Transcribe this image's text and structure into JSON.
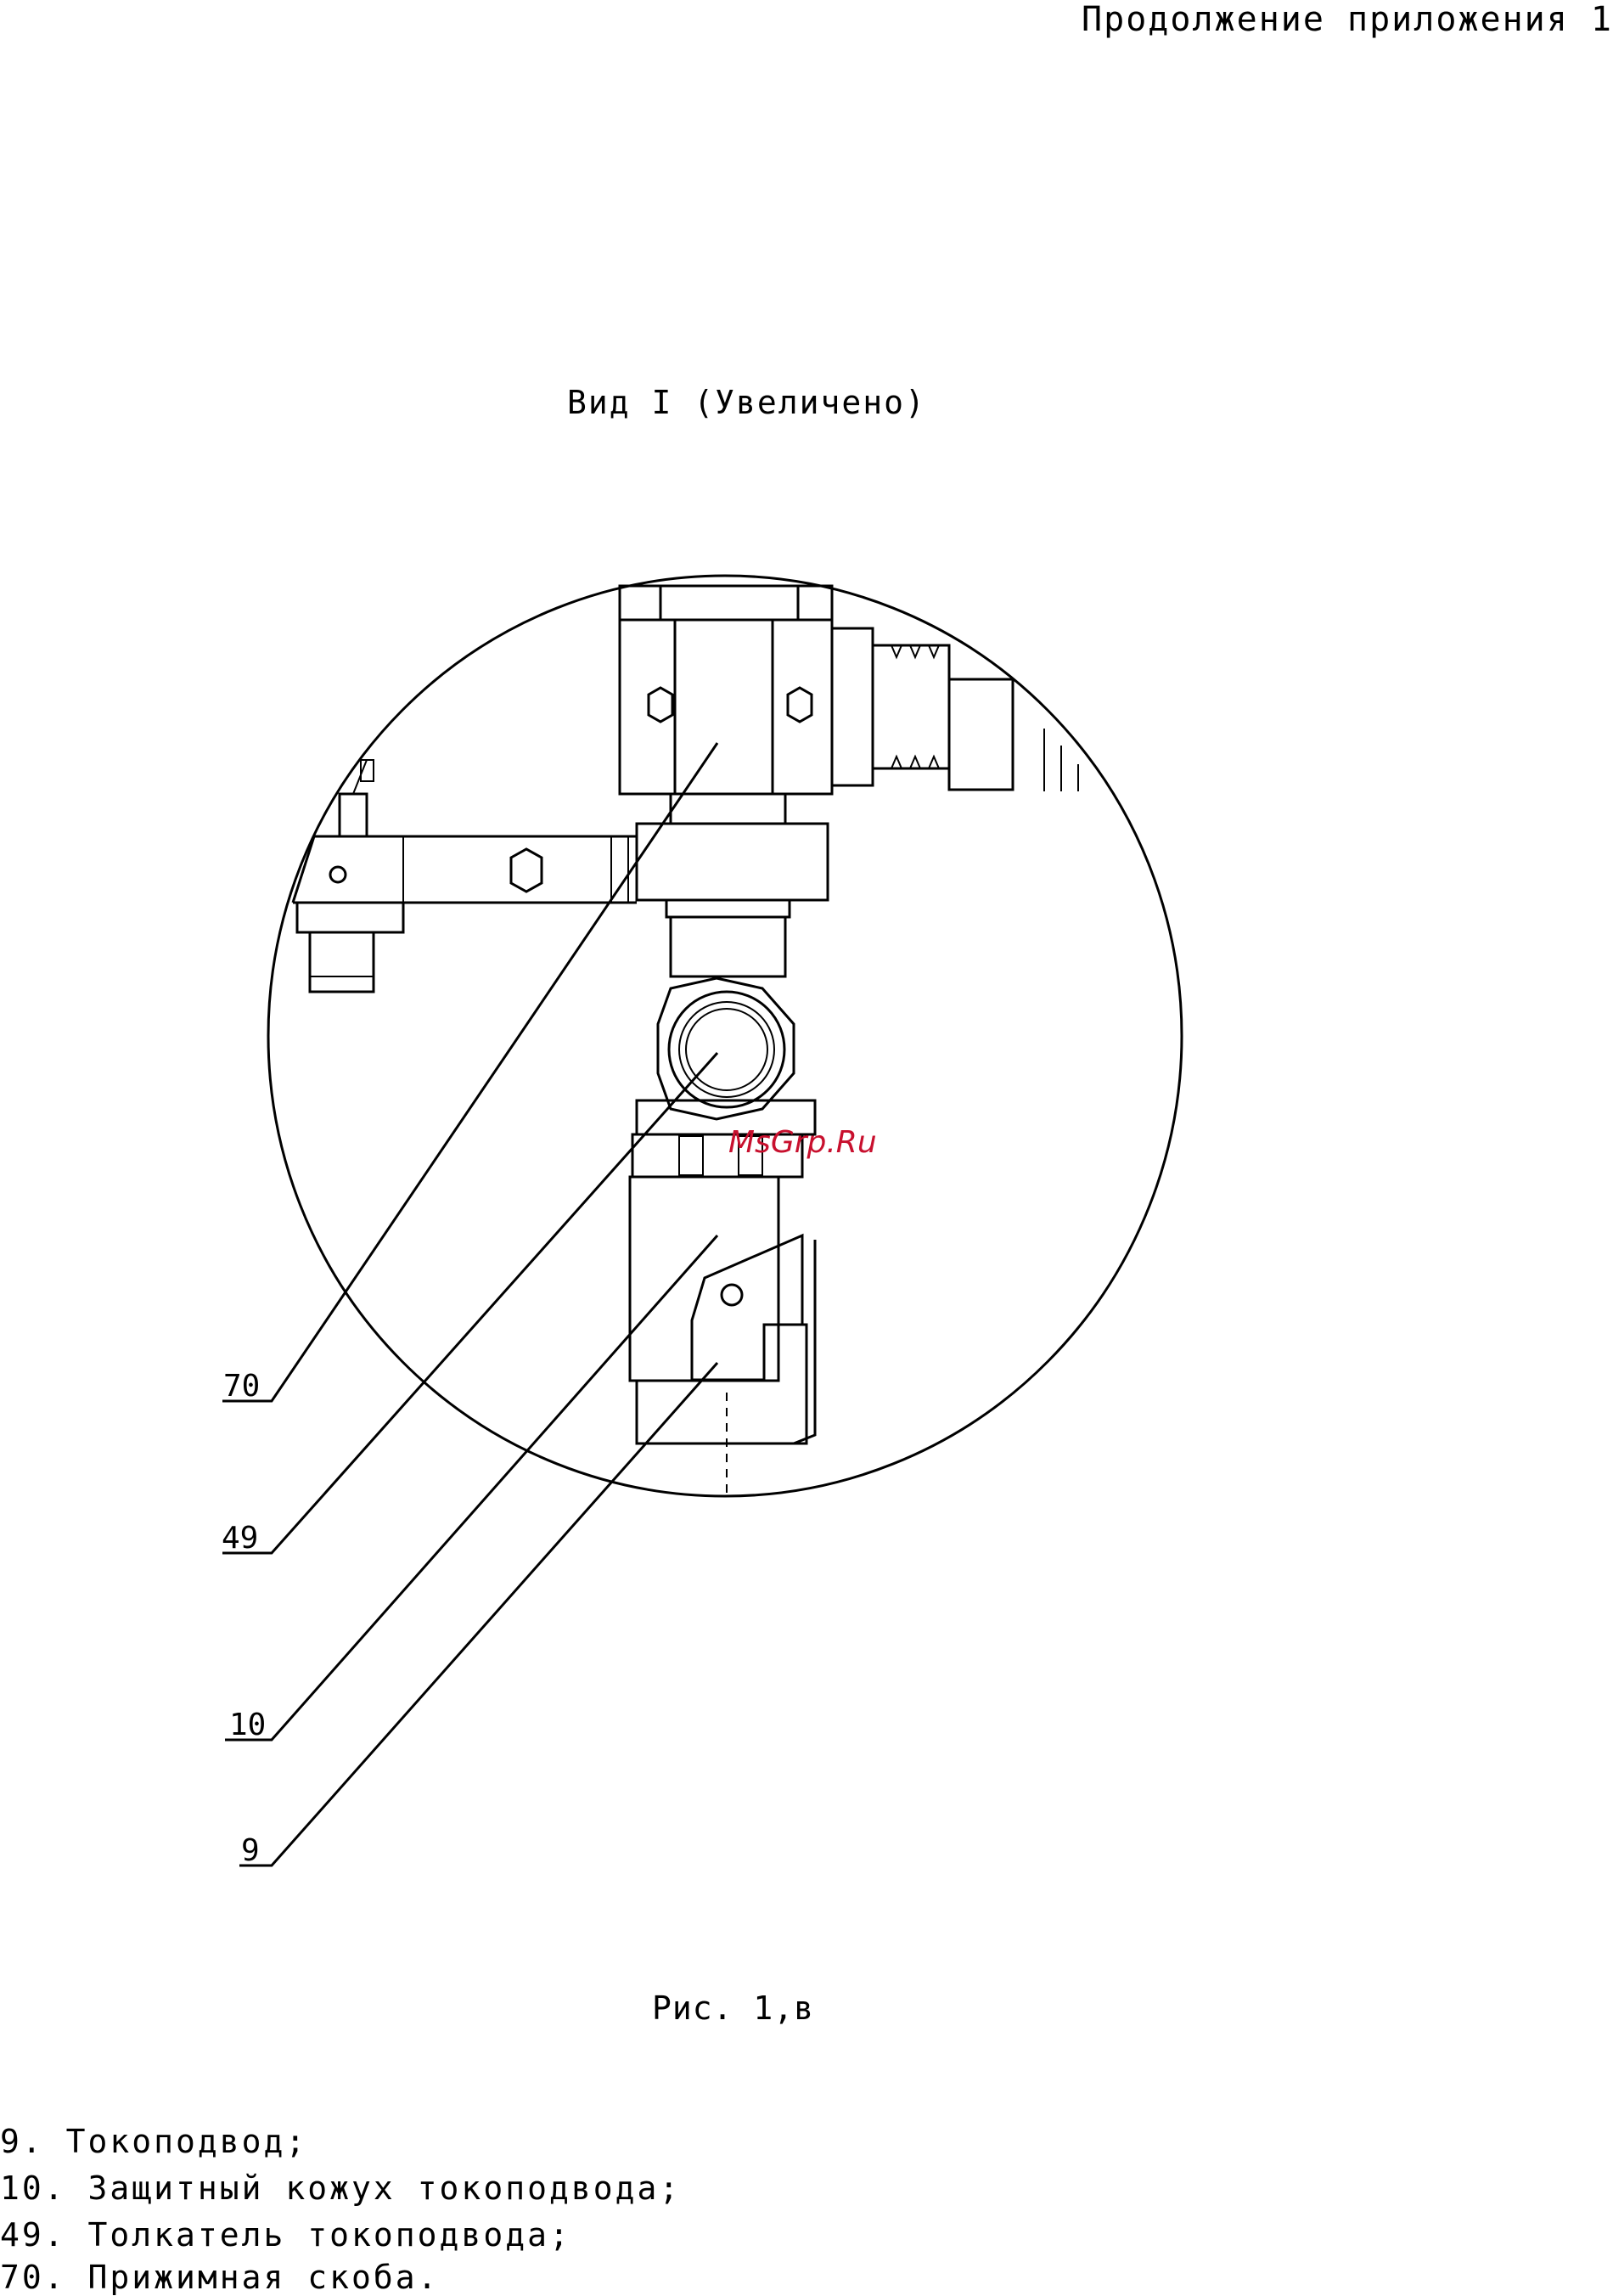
{
  "header": {
    "text": "Продолжение приложения 1"
  },
  "view_title": "Вид I (Увеличено)",
  "figure_caption": "Рис. 1,в",
  "watermark": "MsGrp.Ru",
  "callouts": [
    {
      "label": "70"
    },
    {
      "label": "49"
    },
    {
      "label": "10"
    },
    {
      "label": "9"
    }
  ],
  "legend": [
    "9. Токоподвод;",
    "10. Защитный кожух токоподвода;",
    "49. Толкатель токоподвода;",
    "70. Прижимная скоба."
  ]
}
